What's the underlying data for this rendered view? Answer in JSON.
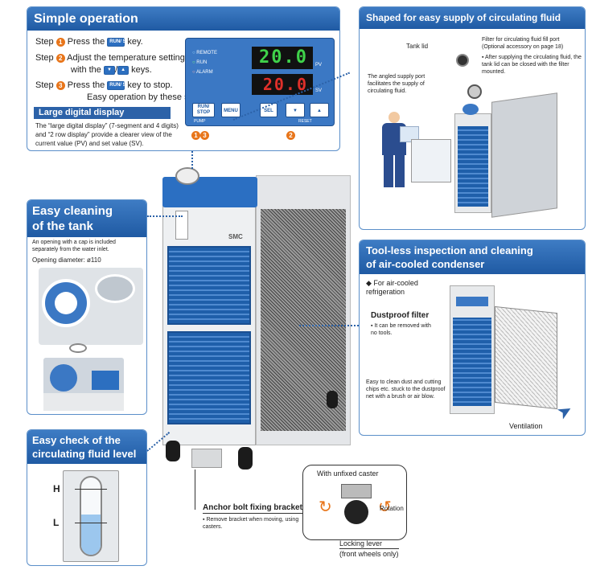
{
  "simple_operation": {
    "title": "Simple operation",
    "step1_prefix": "Step",
    "step1_num": "1",
    "step1_text_a": "Press the",
    "step1_text_b": "key.",
    "step2_prefix": "Step",
    "step2_num": "2",
    "step2_text_a": "Adjust the temperature setting",
    "step2_text_b": "with the",
    "step2_text_c": "keys.",
    "step3_prefix": "Step",
    "step3_num": "3",
    "step3_text_a": "Press the",
    "step3_text_b": "key to stop.",
    "step3_text_c": "Easy operation by these steps",
    "runstop_key": "RUN/ STOP",
    "subheading": "Large digital display",
    "description": "The “large digital display” (7-segment and 4 digits) and “2 row display” provide a clearer view of the current value (PV) and set value (SV).",
    "panel": {
      "remote": "REMOTE",
      "run": "RUN",
      "alarm": "ALARM",
      "pv_value": "20.0",
      "pv_label": "PV",
      "sv_value": "20.0",
      "sv_label": "SV",
      "runstop_button": "RUN/ STOP",
      "menu_button": "MENU",
      "sel_button": "SEL",
      "pump_label": "PUMP",
      "reset_label": "RESET",
      "callout_13": "1 3",
      "callout_2": "2",
      "accent_pv": "#3fd24a",
      "accent_sv": "#e0302a"
    }
  },
  "easy_cleaning": {
    "title_line1": "Easy cleaning",
    "title_line2": "of the tank",
    "note": "An opening with a cap is included separately from the water inlet.",
    "diameter": "Opening diameter: ø110"
  },
  "fluid_level": {
    "title_line1": "Easy check of the",
    "title_line2": "circulating fluid level",
    "high": "H",
    "low": "L"
  },
  "easy_supply": {
    "title": "Shaped for easy supply of circulating fluid",
    "tank_lid": "Tank lid",
    "filter_port": "Filter for circulating fluid fill port (Optional accessory on page 18)",
    "after_note": "After supplying the circulating fluid, the tank lid can be closed with the filter mounted.",
    "angled_port": "The angled supply port facilitates the supply of circulating fluid."
  },
  "toolless": {
    "title_line1": "Tool-less inspection and cleaning",
    "title_line2": "of air-cooled condenser",
    "bullet": "For air-cooled refrigeration",
    "dustproof_title": "Dustproof filter",
    "dustproof_note": "It can be removed with no tools.",
    "clean_note": "Easy to clean dust and cutting chips etc. stuck to the dustproof net with a brush or air blow.",
    "ventilation": "Ventilation"
  },
  "anchor": {
    "title": "Anchor bolt fixing bracket",
    "note": "Remove bracket when moving, using casters."
  },
  "caster": {
    "title": "With unfixed caster",
    "rotation": "Rotation",
    "locking_line1": "Locking lever",
    "locking_line2": "(front wheels only)"
  },
  "unit": {
    "brand": "SMC"
  },
  "colors": {
    "accent_blue": "#1f5aa3",
    "callout_orange": "#e8751a"
  }
}
